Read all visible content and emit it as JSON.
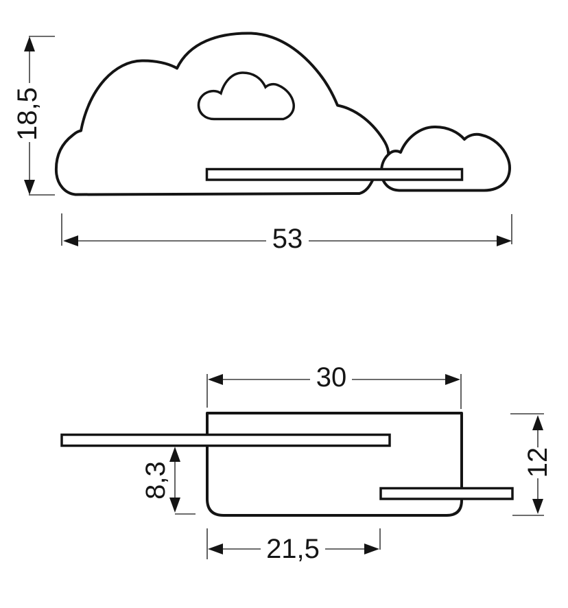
{
  "drawing": {
    "background_color": "#ffffff",
    "line_color": "#141414",
    "dimension_line_color": "#3c3c3c",
    "views": {
      "front": {
        "shapes": [
          "big-cloud",
          "cloud-cutout",
          "small-cloud",
          "shelf-bar"
        ]
      },
      "side": {
        "shapes": [
          "body-profile",
          "wall-plate-bar",
          "lower-shelf-bar"
        ]
      }
    },
    "dimensions": {
      "front_height": {
        "label": "18,5",
        "orientation": "vertical"
      },
      "front_width": {
        "label": "53",
        "orientation": "horizontal"
      },
      "side_top_width": {
        "label": "30",
        "orientation": "horizontal"
      },
      "side_inner_height": {
        "label": "8,3",
        "orientation": "vertical"
      },
      "side_height": {
        "label": "12",
        "orientation": "vertical"
      },
      "side_bottom_width": {
        "label": "21,5",
        "orientation": "horizontal"
      }
    }
  }
}
